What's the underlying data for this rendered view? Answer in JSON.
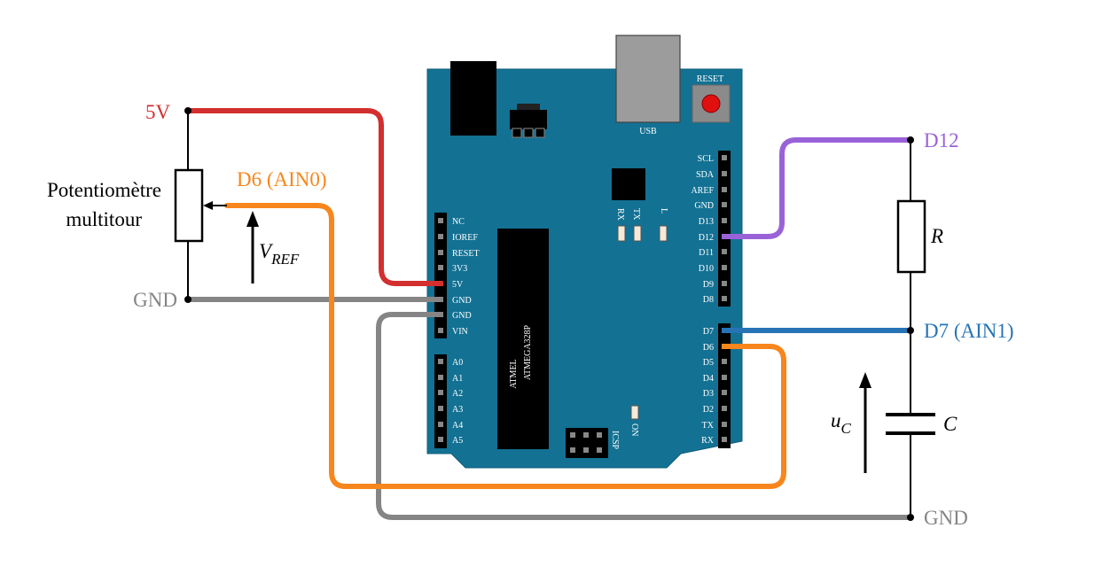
{
  "board": {
    "usb_label": "USB",
    "reset_label": "RESET",
    "chip_line1": "ATMEL",
    "chip_line2": "ATMEGA328P",
    "icsp_label": "ICSP",
    "on_label": "ON",
    "led_labels": [
      "RX",
      "TX",
      "L"
    ],
    "left_header_top": [
      "NC",
      "IOREF",
      "RESET",
      "3V3",
      "5V",
      "GND",
      "GND",
      "VIN"
    ],
    "left_header_bottom": [
      "A0",
      "A1",
      "A2",
      "A3",
      "A4",
      "A5"
    ],
    "right_header_top": [
      "SCL",
      "SDA",
      "AREF",
      "GND",
      "D13",
      "D12",
      "D11",
      "D10",
      "D9",
      "D8"
    ],
    "right_header_bottom": [
      "D7",
      "D6",
      "D5",
      "D4",
      "D3",
      "D2",
      "TX",
      "RX"
    ]
  },
  "left_circuit": {
    "supply_label": "5V",
    "ground_label": "GND",
    "pot_label_line1": "Potentiomètre",
    "pot_label_line2": "multitour",
    "wiper_label": "D6 (AIN0)",
    "vref_main": "V",
    "vref_sub": "REF"
  },
  "right_circuit": {
    "d12_label": "D12",
    "r_label": "R",
    "d7_label": "D7 (AIN1)",
    "c_label": "C",
    "uc_main": "u",
    "uc_sub": "C",
    "ground_label": "GND"
  },
  "colors": {
    "board": "#137193",
    "wire_5v": "#d32f2f",
    "wire_d6": "#f7861c",
    "wire_gnd": "#858585",
    "wire_d12": "#9a62d8",
    "wire_d7": "#2674b6",
    "reset_button": "#e01010"
  }
}
